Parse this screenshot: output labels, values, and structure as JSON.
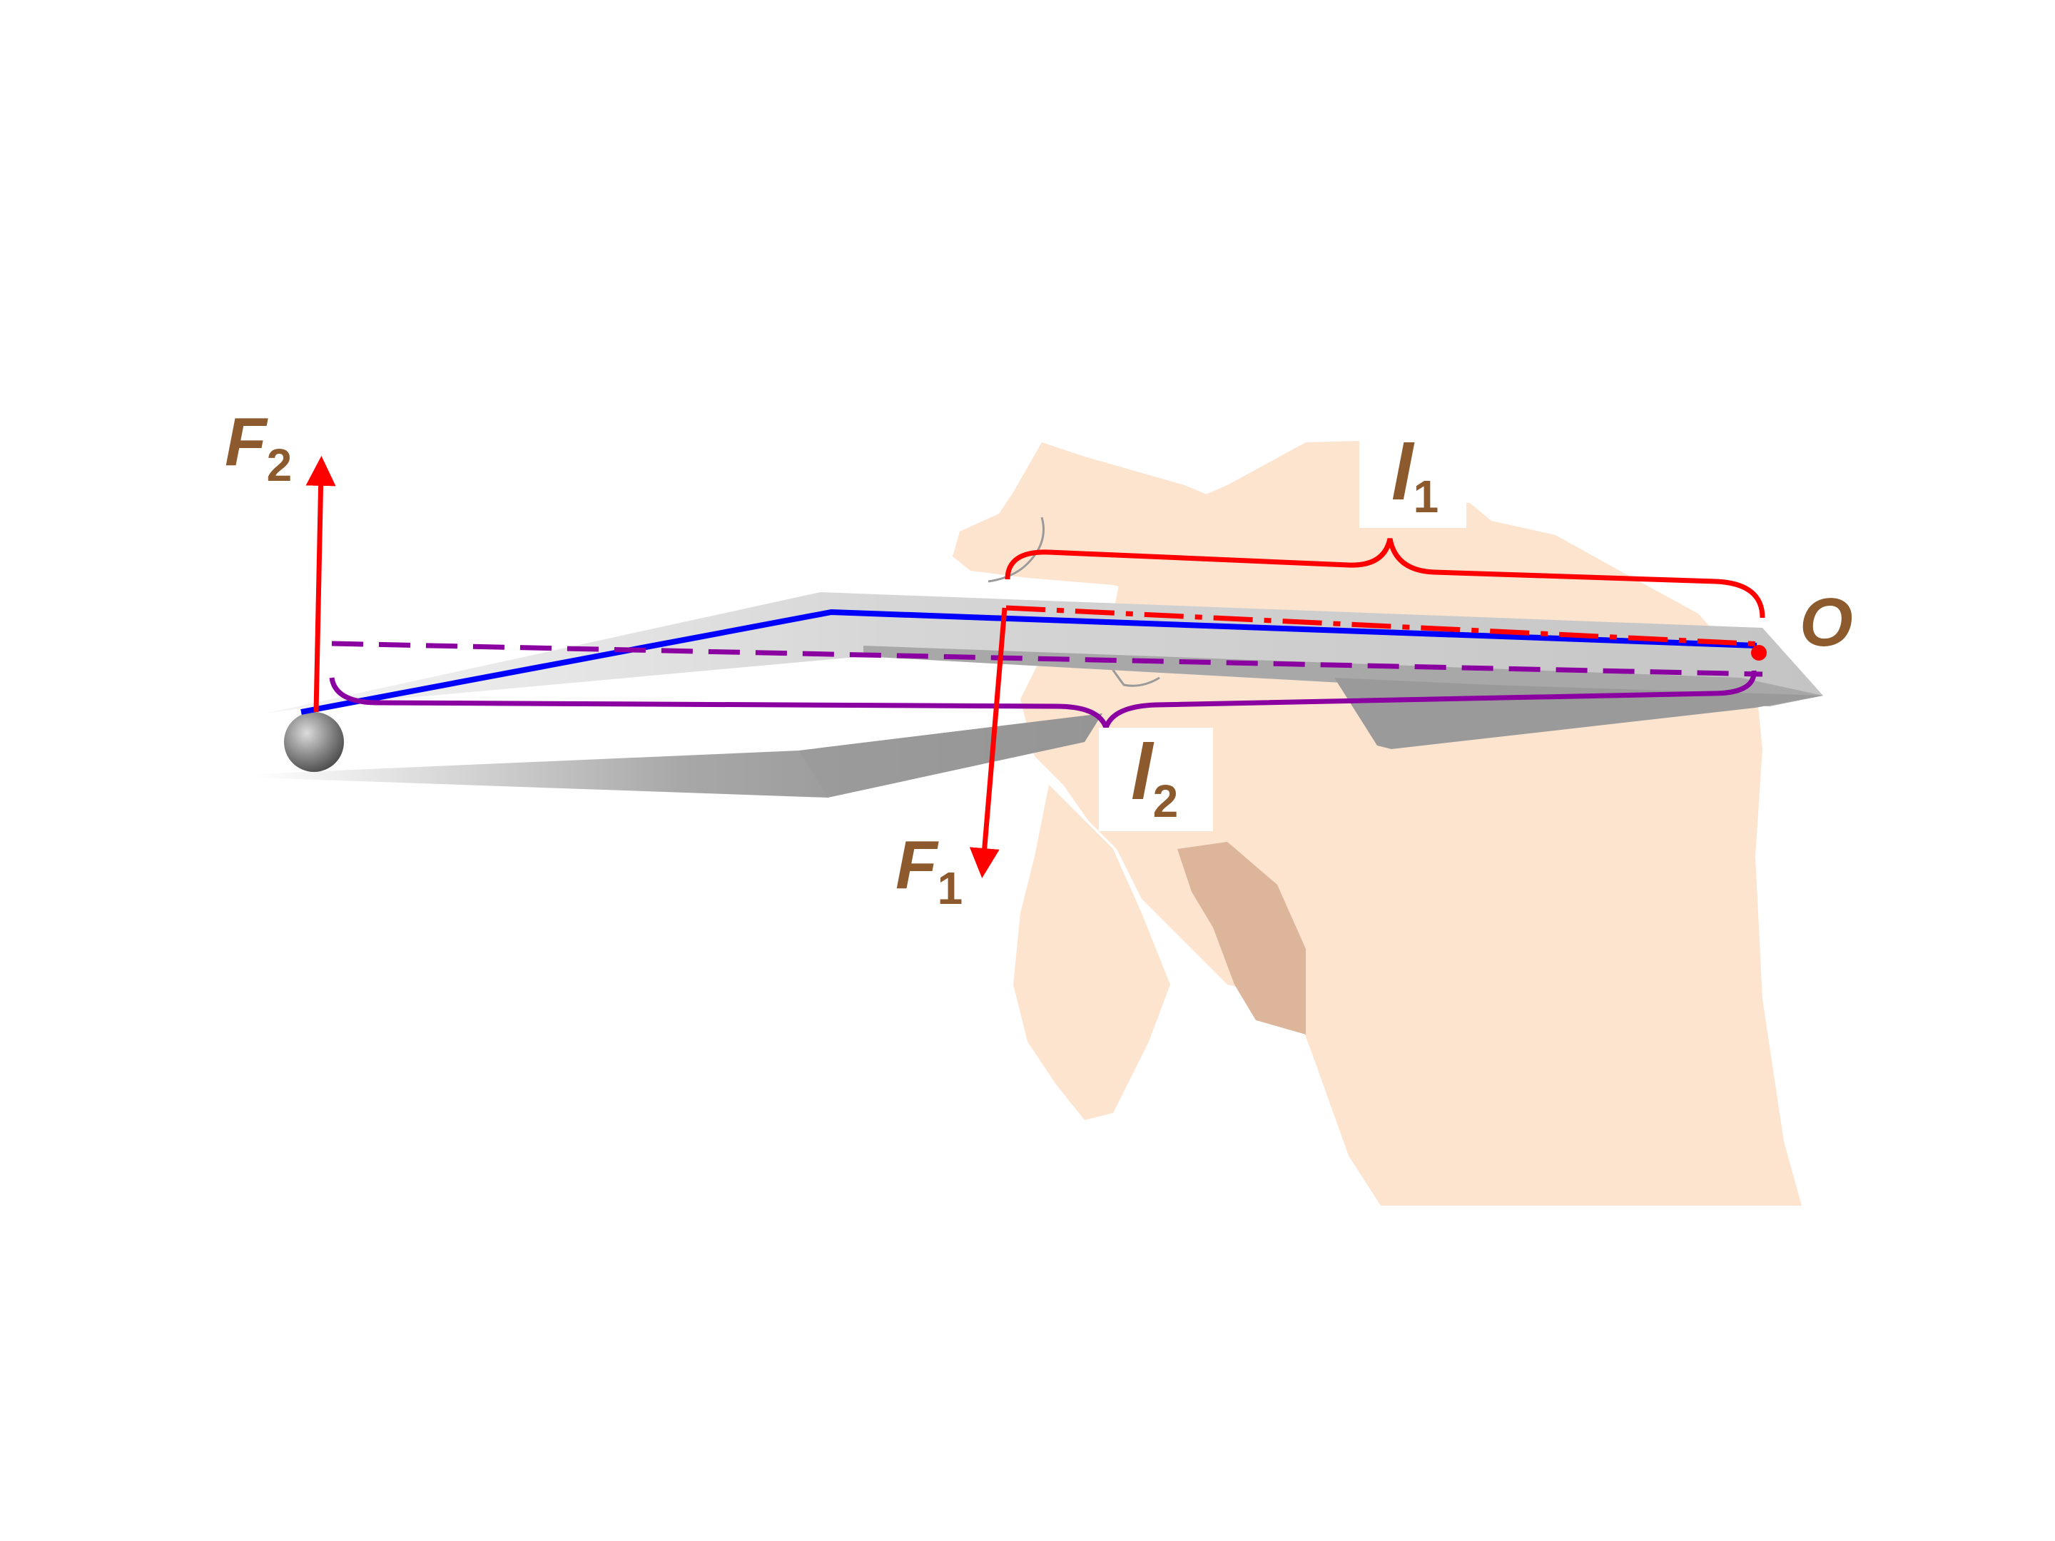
{
  "labels": {
    "f1": {
      "main": "F",
      "sub": "1"
    },
    "f2": {
      "main": "F",
      "sub": "2"
    },
    "l1": {
      "main": "l",
      "sub": "1"
    },
    "l2": {
      "main": "l",
      "sub": "2"
    },
    "pivot": "O"
  },
  "colors": {
    "label": "#8c5a2c",
    "force": "#ff0000",
    "lever": "#0000ff",
    "arm": "#8b00a0",
    "skin": "#fde4cf",
    "skin_shadow": "#dcb59a",
    "tweezer_light": "#d0d0d0",
    "tweezer_dark": "#9a9a9a"
  }
}
